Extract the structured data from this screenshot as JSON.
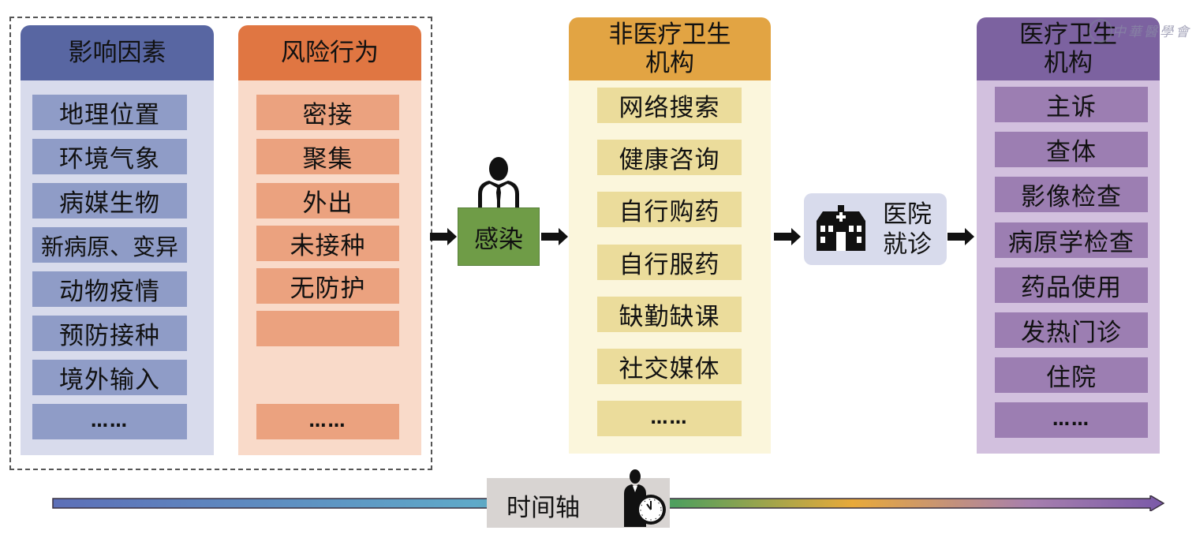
{
  "columns": [
    {
      "id": "influencing-factors",
      "title": "影响因素",
      "color": "#5866a2",
      "items": [
        "地理位置",
        "环境气象",
        "病媒生物",
        "新病原、变异",
        "动物疫情",
        "预防接种",
        "境外输入",
        "……"
      ]
    },
    {
      "id": "risk-behaviors",
      "title": "风险行为",
      "color": "#e07642",
      "items": [
        "密接",
        "聚集",
        "外出",
        "未接种",
        "无防护",
        "",
        "",
        "……"
      ]
    },
    {
      "id": "non-medical-institutions",
      "title_line1": "非医疗卫生",
      "title_line2": "机构",
      "color": "#e2a443",
      "items": [
        "网络搜索",
        "健康咨询",
        "自行购药",
        "自行服药",
        "缺勤缺课",
        "社交媒体",
        "……"
      ]
    },
    {
      "id": "medical-institutions",
      "title_line1": "医疗卫生",
      "title_line2": "机构",
      "color": "#7c62a0",
      "items": [
        "主诉",
        "查体",
        "影像检查",
        "病原学检查",
        "药品使用",
        "发热门诊",
        "住院",
        "……"
      ]
    }
  ],
  "infection": {
    "label": "感染",
    "icon": "person-icon",
    "color": "#6f9c47"
  },
  "hospital": {
    "line1": "医院",
    "line2": "就诊",
    "icon": "hospital-icon"
  },
  "timeline": {
    "label": "时间轴",
    "icon": "person-clock-icon",
    "gradient": [
      "#5d6fb8",
      "#5fa9c9",
      "#4f9f5e",
      "#e8a93a",
      "#a77fae",
      "#7a5aa8"
    ]
  },
  "watermark": "中華醫學會"
}
